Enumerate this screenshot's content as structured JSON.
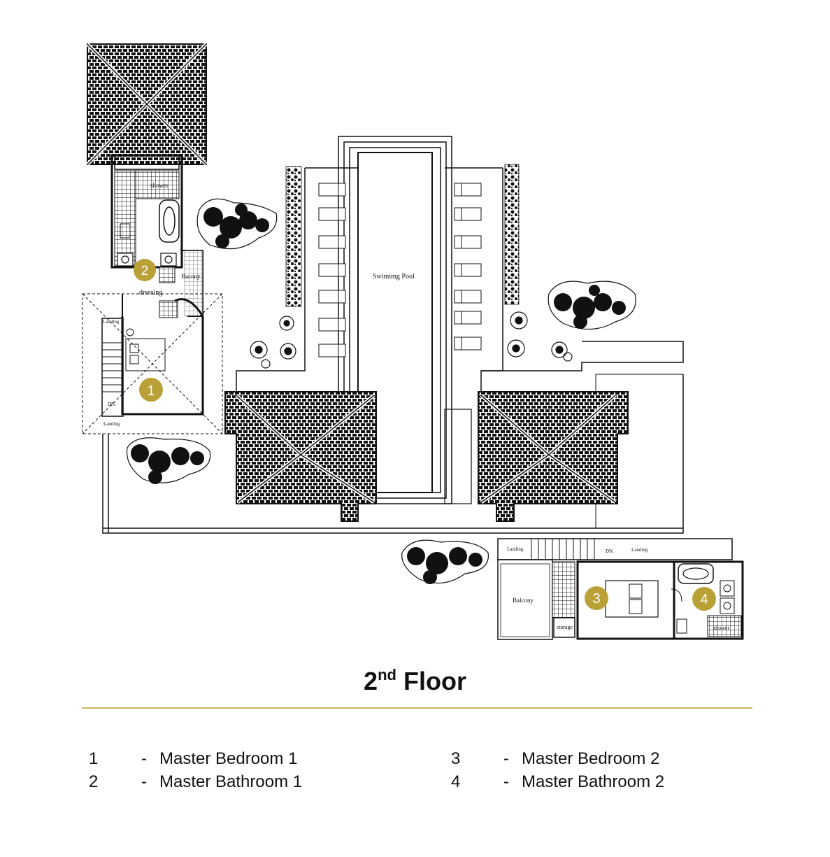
{
  "title": {
    "main": "2",
    "sup": "nd",
    "rest": " Floor"
  },
  "plan_labels": {
    "pool": "Swimimg  Pool",
    "shower_1": "shower",
    "bacony": "Bacony",
    "dressing": "dressing",
    "landing_top_1": "Landing",
    "dn_1": "DN.",
    "landing_bottom_1": "Landing",
    "landing_left_2": "Landing",
    "dn_2": "DN.",
    "landing_right_2": "Landing",
    "balcony_2": "Balcony",
    "storage_2": "storage",
    "shower_2": "shower"
  },
  "markers": [
    {
      "number": "1"
    },
    {
      "number": "2"
    },
    {
      "number": "3"
    },
    {
      "number": "4"
    }
  ],
  "legend": [
    {
      "number": "1",
      "dash": "-",
      "label": "Master Bedroom 1"
    },
    {
      "number": "2",
      "dash": "-",
      "label": "Master Bathroom 1"
    },
    {
      "number": "3",
      "dash": "-",
      "label": "Master Bedroom 2"
    },
    {
      "number": "4",
      "dash": "-",
      "label": "Master Bathroom 2"
    }
  ],
  "colors": {
    "accent_gold": "#b9a037",
    "rule_gold": "#c9b660",
    "line": "#111111"
  }
}
